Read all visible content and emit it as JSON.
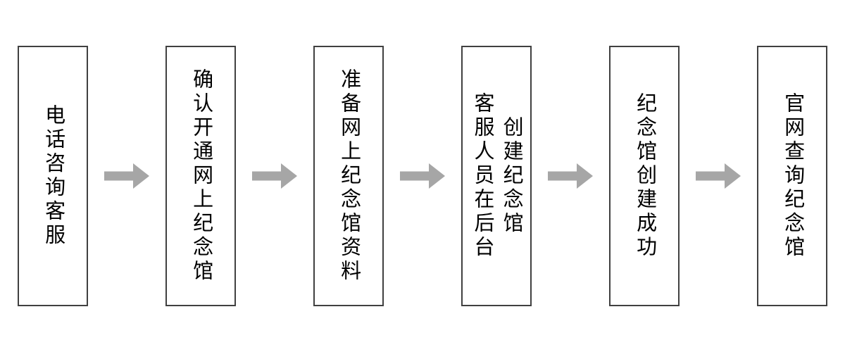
{
  "flowchart": {
    "steps": [
      {
        "label": "电话咨询客服"
      },
      {
        "label": "确认开通网上纪念馆"
      },
      {
        "label": "准备网上纪念馆资料"
      },
      {
        "label": "客服人员在后台\n创建纪念馆"
      },
      {
        "label": "纪念馆创建成功"
      },
      {
        "label": "官网查询纪念馆"
      }
    ],
    "colors": {
      "background": "#ffffff",
      "box_fill": "#ffffff",
      "box_border": "#404040",
      "text": "#000000",
      "arrow": "#a6a6a6"
    }
  }
}
